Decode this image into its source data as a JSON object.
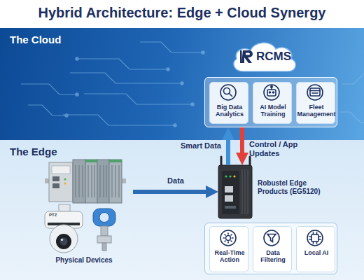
{
  "diagram": {
    "title": "Hybrid Architecture: Edge + Cloud Synergy",
    "nodes": [
      {
        "text": [
          "The Cloud"
        ]
      },
      {
        "text": [
          "RCMS"
        ],
        "in": 0
      },
      {
        "text": [],
        "in": 0
      },
      {
        "text": [
          "Big Data Analytics"
        ],
        "in": 2
      },
      {
        "text": [
          "AI Model Training"
        ],
        "in": 2
      },
      {
        "text": [
          "Fleet Management"
        ],
        "in": 2
      },
      {
        "text": [
          "The Edge"
        ]
      },
      {
        "text": [
          "Physical Devices"
        ],
        "in": 6
      },
      {
        "text": [
          "Robustel Edge Products (EG5120)"
        ],
        "in": 6
      },
      {
        "text": [],
        "in": 6
      },
      {
        "text": [
          "Real-Time Action"
        ],
        "in": 9
      },
      {
        "text": [
          "Data Filtering"
        ],
        "in": 9
      },
      {
        "text": [
          "Local AI"
        ],
        "in": 9
      }
    ],
    "edges": [
      {
        "from": 7,
        "to": 8,
        "label": "Data",
        "arrow": "to"
      },
      {
        "from": 8,
        "to": 2,
        "label": "Smart Data",
        "arrow": "to"
      },
      {
        "from": 2,
        "to": 8,
        "label": "Control / App Updates",
        "arrow": "to"
      }
    ],
    "labels": [
      "PTZ"
    ]
  }
}
